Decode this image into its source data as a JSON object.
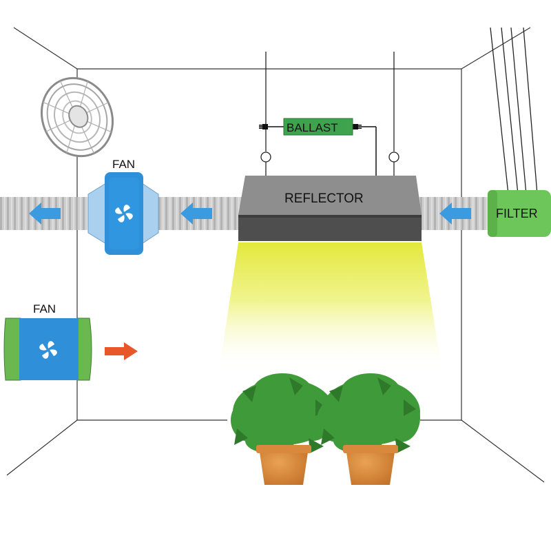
{
  "labels": {
    "reflector": "REFLECTOR",
    "ballast": "BALLAST",
    "filter": "FILTER",
    "inline_fan": "FAN",
    "intake_fan": "FAN"
  },
  "colors": {
    "duct": "#c9c9c9",
    "duct_stripe": "#a9a9a9",
    "fan_housing": "#a9d0ef",
    "fan_body": "#2f8fd8",
    "fan_green": "#6ab84f",
    "reflector_top": "#8e8e8e",
    "reflector_front": "#4e4e4e",
    "light_yellow": "#e6ea3a",
    "filter_green": "#6cc65a",
    "ballast_green": "#3fa34d",
    "arrow_blue": "#3b9be0",
    "arrow_orange": "#e8572a",
    "pot": "#d6873a",
    "foliage": "#3f9a3a"
  },
  "icons": {
    "wall_fan": "oscillating-fan-icon",
    "fan_blades": "fan-blades-icon",
    "plug": "plug-icon",
    "airflow": "arrow-icon"
  }
}
